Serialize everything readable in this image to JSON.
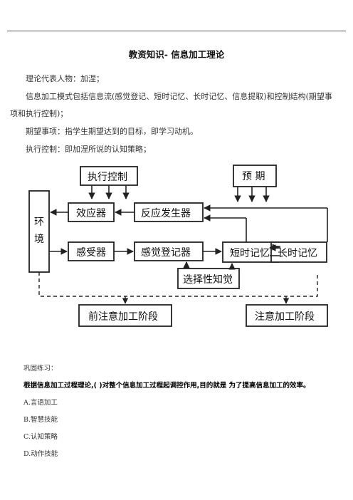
{
  "title": "教资知识- 信息加工理论",
  "paragraphs": {
    "p1": "理论代表人物：加涅；",
    "p2a": "信息加工模式包括信息流(感觉登记、短时记忆、长时记忆、信息提取)和控制结构(期望事",
    "p2b": "项和执行控制)；",
    "p3": "期望事项：指学生期望达到的目标，即学习动机。",
    "p4": "执行控制：即加涅所说的认知策略；"
  },
  "diagram": {
    "exec_control": "执行控制",
    "expectation": "预 期",
    "environment_1": "环",
    "environment_2": "境",
    "effector": "效应器",
    "response_generator": "反应发生器",
    "receptor": "感受器",
    "sensory_register": "感觉登记器",
    "short_term_memory": "短时记忆",
    "long_term_memory": "长时记忆",
    "selective_perception": "选择性知觉",
    "pre_attention": "前注意加工阶段",
    "attention": "注意加工阶段"
  },
  "exercise": {
    "heading": "巩固练习：",
    "question": "根据信息加工过程理论,( )对整个信息加工过程起调控作用,目的就是 为了提高信息加工的效率。",
    "options": [
      "A.言语加工",
      "B.智慧技能",
      "C.认知策略",
      "D.动作技能"
    ]
  }
}
